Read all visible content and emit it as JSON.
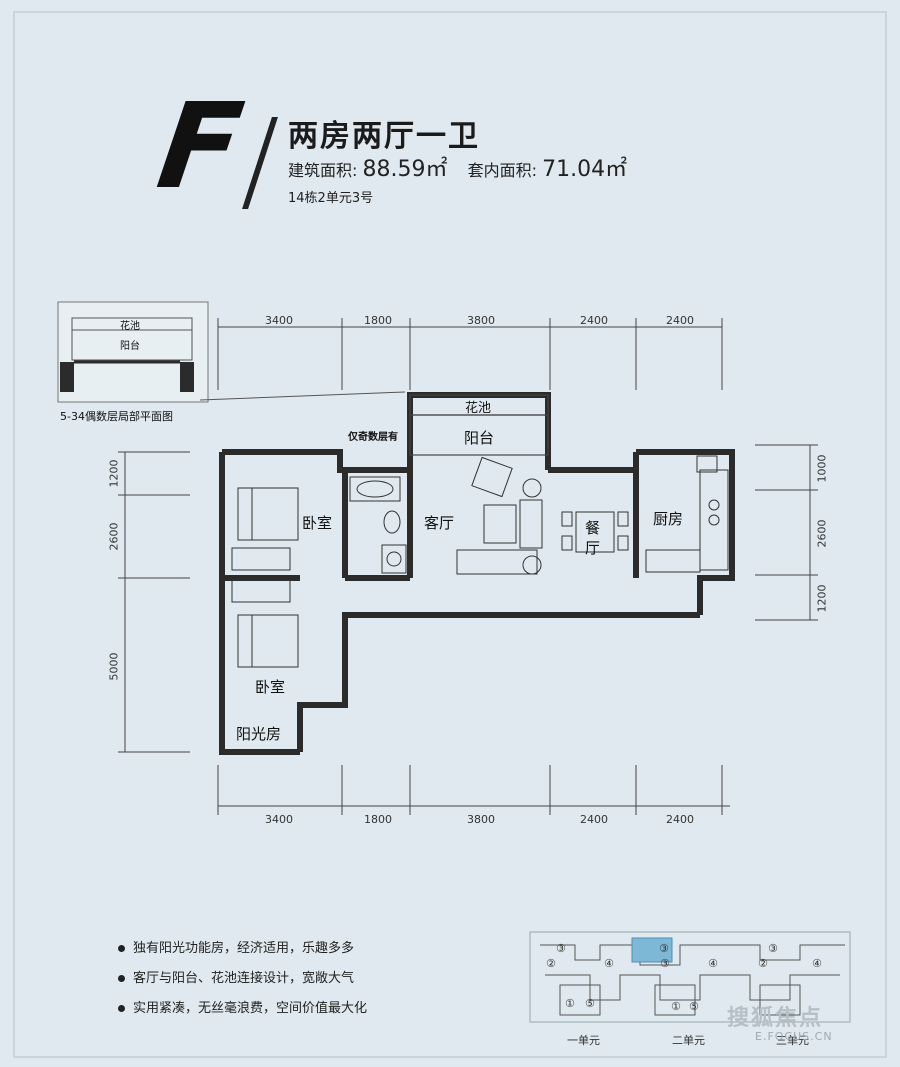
{
  "header": {
    "type_letter": "F",
    "title": "两房两厅一卫",
    "gross_area_label": "建筑面积:",
    "gross_area_value": "88.59㎡",
    "net_area_label": "套内面积:",
    "net_area_value": "71.04㎡",
    "unit_location": "14栋2单元3号"
  },
  "inset": {
    "caption": "5-34偶数层局部平面图",
    "planter_label": "花池",
    "balcony_label": "阳台"
  },
  "plan": {
    "note": "仅奇数层有",
    "rooms": {
      "planter": "花池",
      "balcony": "阳台",
      "bedroom_1": "卧室",
      "living": "客厅",
      "dining_1": "餐",
      "dining_2": "厅",
      "kitchen": "厨房",
      "bedroom_2": "卧室",
      "sunroom": "阳光房"
    },
    "top_dims": [
      "3400",
      "1800",
      "3800",
      "2400",
      "2400"
    ],
    "bottom_dims": [
      "3400",
      "1800",
      "3800",
      "2400",
      "2400"
    ],
    "left_dims": [
      "1200",
      "2600",
      "5000"
    ],
    "right_dims": [
      "1000",
      "2600",
      "1200"
    ]
  },
  "features": [
    "独有阳光功能房，经济适用，乐趣多多",
    "客厅与阳台、花池连接设计，宽敞大气",
    "实用紧凑，无丝毫浪费，空间价值最大化"
  ],
  "site_plan": {
    "units": [
      "一单元",
      "二单元",
      "三单元"
    ],
    "markers": [
      "③",
      "②",
      "④",
      "①",
      "⑤"
    ],
    "highlight_color": "#7db9d6"
  },
  "watermark": {
    "text": "搜狐焦点",
    "url": "E.FOCUS.CN"
  },
  "colors": {
    "background": "#dfe9ef",
    "wall": "#2b2b2b"
  }
}
